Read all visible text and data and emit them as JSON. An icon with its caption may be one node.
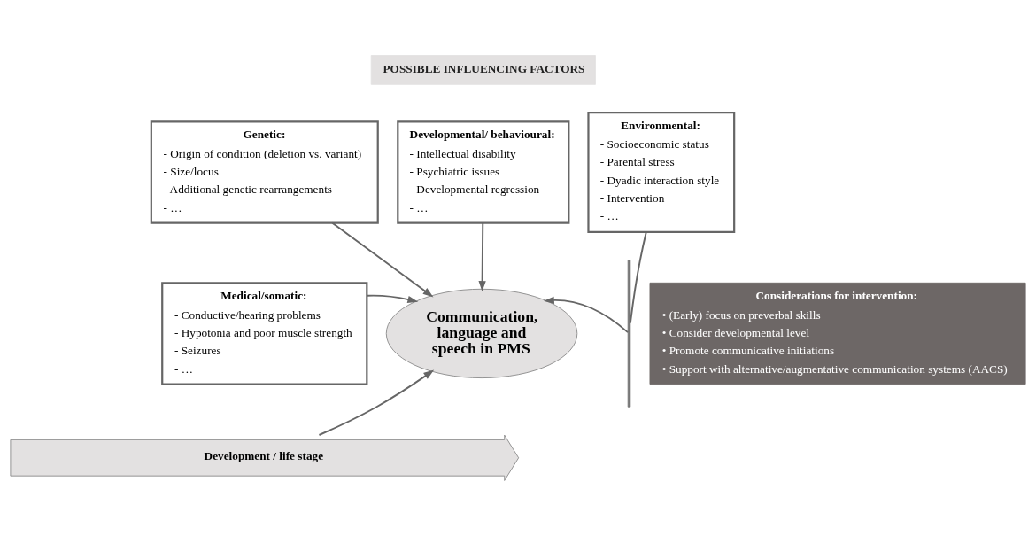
{
  "diagram": {
    "nodes": [
      {
        "text": [
          "POSSIBLE INFLUENCING FACTORS"
        ]
      },
      {
        "text": [
          "Genetic:",
          "- Origin of condition (deletion vs. variant)",
          "- Size/locus",
          "- Additional genetic rearrangements",
          "- …"
        ]
      },
      {
        "text": [
          "Developmental/ behavioural:",
          "- Intellectual disability",
          "- Psychiatric issues",
          "- Developmental regression",
          "- …"
        ]
      },
      {
        "text": [
          "Environmental:",
          "- Socioeconomic status",
          "- Parental stress",
          "- Dyadic interaction style",
          "- Intervention",
          "- …"
        ]
      },
      {
        "text": [
          "Medical/somatic:",
          "- Conductive/hearing problems",
          "- Hypotonia and poor muscle strength",
          "- Seizures",
          "- …"
        ]
      },
      {
        "text": [
          "Communication, language and speech in PMS"
        ]
      },
      {
        "text": [
          "Development / life stage"
        ]
      },
      {
        "text": [],
        "shape": "bar"
      },
      {
        "text": [
          "Considerations for intervention:",
          "• (Early) focus on preverbal skills",
          "• Consider developmental level",
          "• Promote communicative initiations",
          "• Support with alternative/augmentative communication systems (AACS)"
        ]
      }
    ],
    "edges": [
      {
        "from": 1,
        "to": 5,
        "arrow": "to"
      },
      {
        "from": 2,
        "to": 5,
        "arrow": "to"
      },
      {
        "from": 3,
        "to": 7,
        "arrow": "none"
      },
      {
        "from": 7,
        "to": 5,
        "arrow": "to"
      },
      {
        "from": 4,
        "to": 5,
        "arrow": "to"
      },
      {
        "from": 6,
        "to": 5,
        "arrow": "to"
      }
    ]
  }
}
